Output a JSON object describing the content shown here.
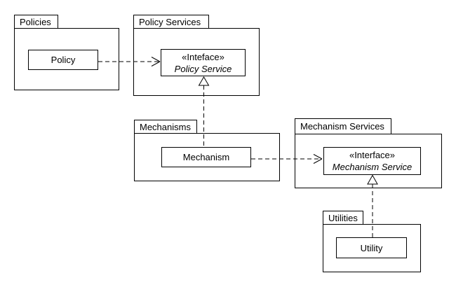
{
  "packages": [
    {
      "id": "policies",
      "label": "Policies",
      "classes": [
        {
          "name": "Policy"
        }
      ]
    },
    {
      "id": "policy-services",
      "label": "Policy Services",
      "classes": [
        {
          "stereotype": "«Inteface»",
          "name": "Policy Service"
        }
      ]
    },
    {
      "id": "mechanisms",
      "label": "Mechanisms",
      "classes": [
        {
          "name": "Mechanism"
        }
      ]
    },
    {
      "id": "mechanism-services",
      "label": "Mechanism Services",
      "classes": [
        {
          "stereotype": "«Interface»",
          "name": "Mechanism Service"
        }
      ]
    },
    {
      "id": "utilities",
      "label": "Utilities",
      "classes": [
        {
          "name": "Utility"
        }
      ]
    }
  ],
  "relationships": [
    {
      "type": "dependency",
      "from": "Policy",
      "to": "Policy Service",
      "line": "dashed",
      "head": "open-arrow"
    },
    {
      "type": "realization",
      "from": "Mechanism",
      "to": "Policy Service",
      "line": "dashed",
      "head": "hollow-triangle"
    },
    {
      "type": "dependency",
      "from": "Mechanism",
      "to": "Mechanism Service",
      "line": "dashed",
      "head": "open-arrow"
    },
    {
      "type": "realization",
      "from": "Utility",
      "to": "Mechanism Service",
      "line": "dashed",
      "head": "hollow-triangle"
    }
  ],
  "colors": {
    "line": "#000000",
    "background": "#ffffff",
    "shape_fill": "#ffffff"
  }
}
